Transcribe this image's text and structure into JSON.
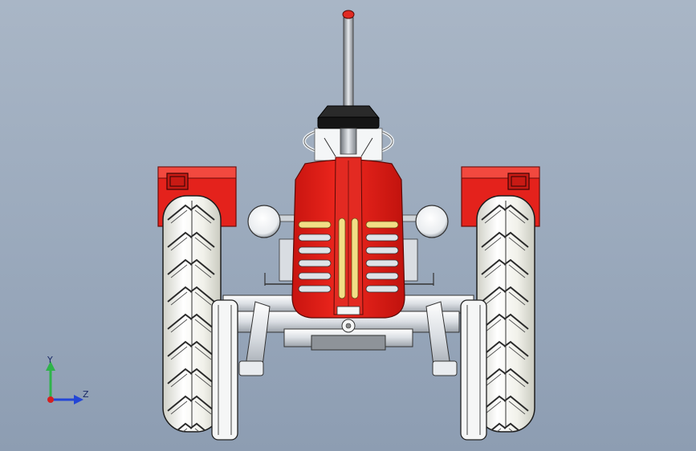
{
  "viewport": {
    "model": "tractor-front-view",
    "background_top": "#a9b6c6",
    "background_bottom": "#8d9db2"
  },
  "colors": {
    "body_red": "#e4221c",
    "body_red_dark": "#a8100c",
    "grille_yellow": "#f2de86",
    "chrome": "#d8dde3",
    "tire": "#f3f3f3",
    "tire_line": "#2a2a2a",
    "seat": "#1c1c1c"
  },
  "triad": {
    "y_label": "Y",
    "z_label": "Z",
    "y_color": "#2fb34a",
    "z_color": "#2346d6",
    "x_color": "#d42020"
  }
}
